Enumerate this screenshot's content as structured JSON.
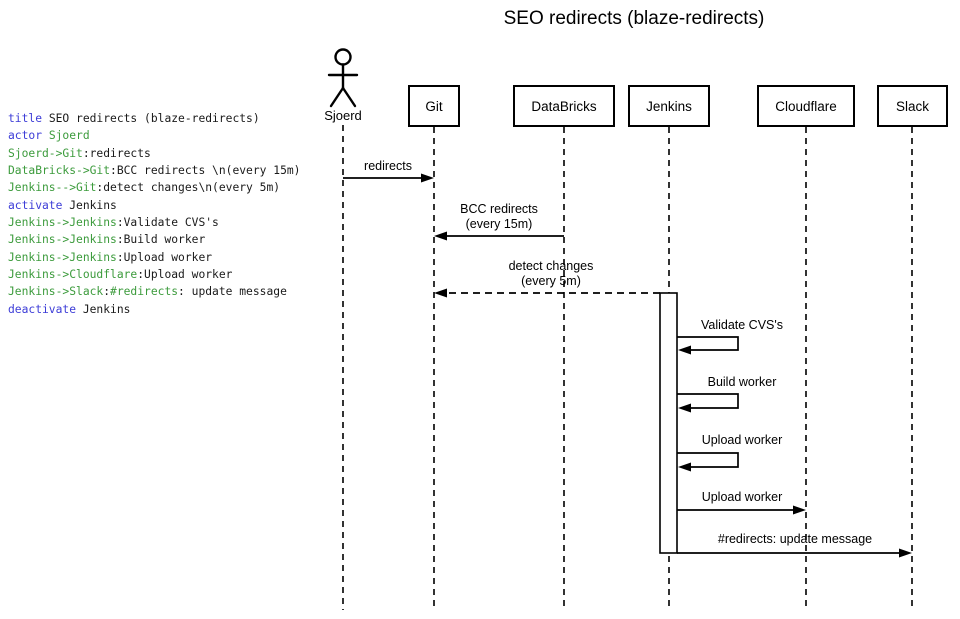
{
  "title": "SEO redirects (blaze-redirects)",
  "colors": {
    "keyword_blue": "#3c3cd7",
    "identifier_green": "#3c9b3c",
    "ink": "#000000",
    "background": "#ffffff"
  },
  "code": {
    "lines": [
      {
        "s": [
          {
            "t": "title",
            "c": "kw"
          },
          {
            "t": " SEO redirects (blaze-redirects)",
            "c": "pl"
          }
        ]
      },
      {
        "s": [
          {
            "t": "actor",
            "c": "kw"
          },
          {
            "t": " ",
            "c": "pl"
          },
          {
            "t": "Sjoerd",
            "c": "id"
          }
        ]
      },
      {
        "s": [
          {
            "t": "Sjoerd->Git",
            "c": "id"
          },
          {
            "t": ":redirects",
            "c": "pl"
          }
        ]
      },
      {
        "s": [
          {
            "t": "DataBricks->Git",
            "c": "id"
          },
          {
            "t": ":BCC redirects \\n(every 15m)",
            "c": "pl"
          }
        ]
      },
      {
        "s": [
          {
            "t": "Jenkins-->Git",
            "c": "id"
          },
          {
            "t": ":detect changes\\n(every 5m)",
            "c": "pl"
          }
        ]
      },
      {
        "s": [
          {
            "t": "activate",
            "c": "kw"
          },
          {
            "t": " Jenkins",
            "c": "pl"
          }
        ]
      },
      {
        "s": [
          {
            "t": "Jenkins->Jenkins",
            "c": "id"
          },
          {
            "t": ":Validate CVS's",
            "c": "pl"
          }
        ]
      },
      {
        "s": [
          {
            "t": "Jenkins->Jenkins",
            "c": "id"
          },
          {
            "t": ":Build worker",
            "c": "pl"
          }
        ]
      },
      {
        "s": [
          {
            "t": "Jenkins->Jenkins",
            "c": "id"
          },
          {
            "t": ":Upload worker",
            "c": "pl"
          }
        ]
      },
      {
        "s": [
          {
            "t": "Jenkins->Cloudflare",
            "c": "id"
          },
          {
            "t": ":Upload worker",
            "c": "pl"
          }
        ]
      },
      {
        "s": [
          {
            "t": "Jenkins->Slack",
            "c": "id"
          },
          {
            "t": ":",
            "c": "pl"
          },
          {
            "t": "#redirects",
            "c": "id"
          },
          {
            "t": ": update message",
            "c": "pl"
          }
        ]
      },
      {
        "s": [
          {
            "t": "deactivate",
            "c": "kw"
          },
          {
            "t": " Jenkins",
            "c": "pl"
          }
        ]
      }
    ]
  },
  "diagram": {
    "actors": [
      {
        "label": "Sjoerd",
        "kind": "person"
      },
      {
        "label": "Git",
        "kind": "box"
      },
      {
        "label": "DataBricks",
        "kind": "box"
      },
      {
        "label": "Jenkins",
        "kind": "box"
      },
      {
        "label": "Cloudflare",
        "kind": "box"
      },
      {
        "label": "Slack",
        "kind": "box"
      }
    ],
    "messages": [
      {
        "from": "Sjoerd",
        "to": "Git",
        "line": "solid",
        "label": "redirects"
      },
      {
        "from": "DataBricks",
        "to": "Git",
        "line": "solid",
        "label": "BCC redirects",
        "label2": "(every 15m)"
      },
      {
        "from": "Jenkins",
        "to": "Git",
        "line": "dashed",
        "label": "detect changes",
        "label2": "(every 5m)"
      },
      {
        "from": "Jenkins",
        "to": "Jenkins",
        "line": "self",
        "label": "Validate CVS's"
      },
      {
        "from": "Jenkins",
        "to": "Jenkins",
        "line": "self",
        "label": "Build worker"
      },
      {
        "from": "Jenkins",
        "to": "Jenkins",
        "line": "self",
        "label": "Upload worker"
      },
      {
        "from": "Jenkins",
        "to": "Cloudflare",
        "line": "solid",
        "label": "Upload worker"
      },
      {
        "from": "Jenkins",
        "to": "Slack",
        "line": "solid",
        "label": "#redirects: update message"
      }
    ],
    "activation": {
      "actor": "Jenkins"
    }
  }
}
